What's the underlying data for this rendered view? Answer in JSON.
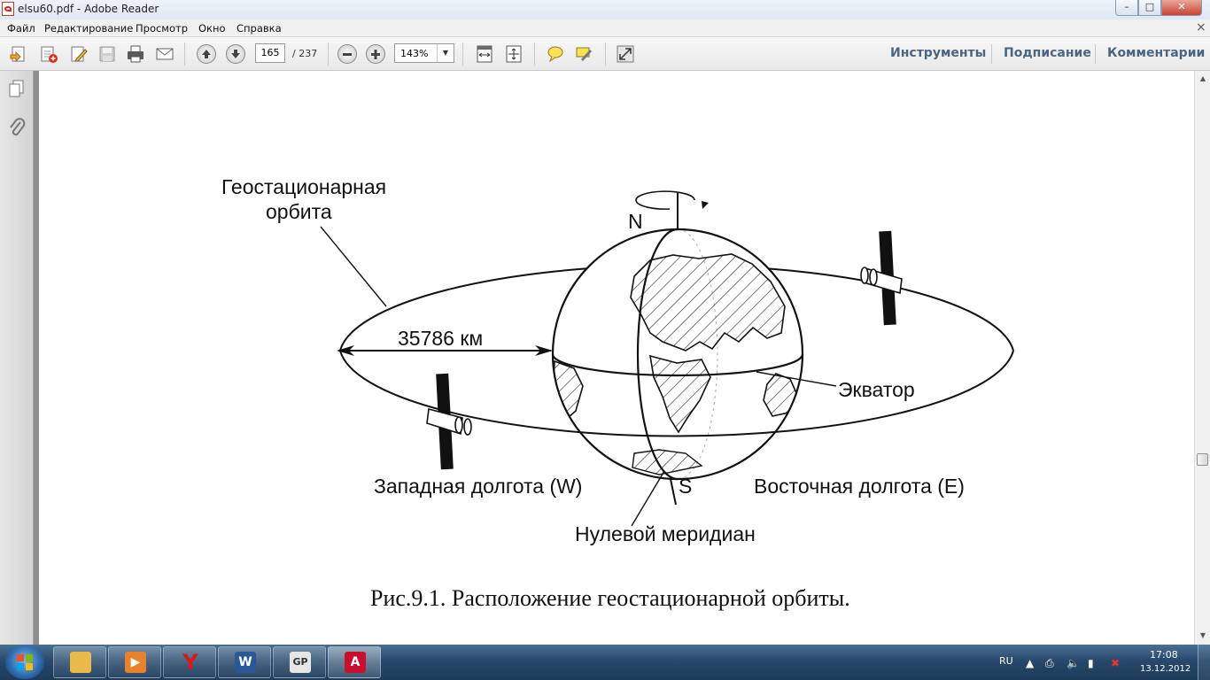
{
  "window": {
    "title": "elsu60.pdf - Adobe Reader",
    "min": "–",
    "max": "□",
    "close": "✕"
  },
  "menu": [
    "Файл",
    "Редактирование",
    "Просмотр",
    "Окно",
    "Справка"
  ],
  "menu_close": "×",
  "toolbar": {
    "page_current": "165",
    "page_total": "/ 237",
    "zoom": "143%",
    "right_links": [
      "Инструменты",
      "Подписание",
      "Комментарии"
    ]
  },
  "figure": {
    "orbit_label_line1": "Геостационарная",
    "orbit_label_line2": "орбита",
    "distance": "35786 км",
    "north": "N",
    "south": "S",
    "equator": "Экватор",
    "west": "Западная долгота (W)",
    "east": "Восточная долгота (E)",
    "meridian": "Нулевой меридиан"
  },
  "caption": "Рис.9.1.   Расположение геостационарной орбиты.",
  "taskbar": {
    "apps": [
      {
        "name": "explorer-icon",
        "color": "#e9b949"
      },
      {
        "name": "media-player-icon",
        "color": "#e8822a"
      },
      {
        "name": "yandex-browser-icon",
        "color": "#d71920"
      },
      {
        "name": "word-icon",
        "color": "#2b5797"
      },
      {
        "name": "gp-icon",
        "color": "#555555"
      },
      {
        "name": "adobe-reader-icon",
        "color": "#c8102e"
      }
    ],
    "language": "RU",
    "time": "17:08",
    "date": "13.12.2012"
  }
}
